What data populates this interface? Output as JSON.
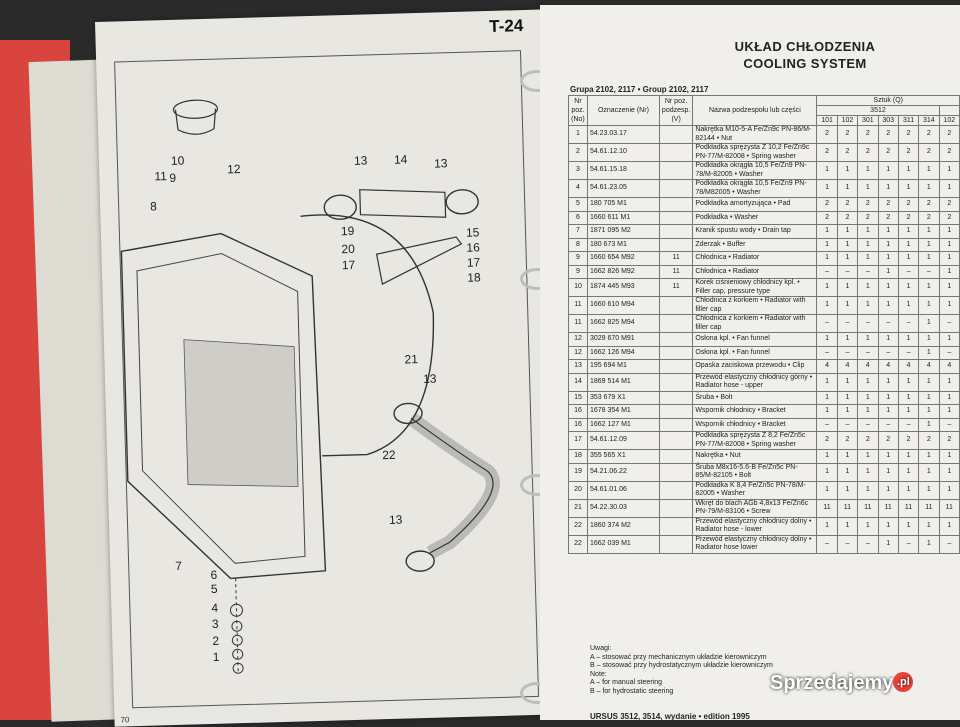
{
  "left_page": {
    "code": "T-24",
    "number": "70",
    "callouts": [
      "13",
      "14",
      "13",
      "12",
      "11",
      "9",
      "10",
      "8",
      "19",
      "15",
      "20",
      "16",
      "17",
      "17",
      "18",
      "21",
      "13",
      "22",
      "13",
      "7",
      "6",
      "5",
      "4",
      "3",
      "2",
      "1"
    ]
  },
  "right_page": {
    "title_pl": "UKŁAD CHŁODZENIA",
    "title_en": "COOLING SYSTEM",
    "group": "Grupa 2102, 2117 • Group 2102, 2117",
    "headers": {
      "no": "Nr poz. (No)",
      "code": "Oznaczenie (Nr)",
      "sub": "Nr poz. podzesp. (V)",
      "name": "Nazwa podzespołu lub części",
      "qty": "Sztuk (Q)",
      "model": "3512",
      "variants": [
        "101",
        "102",
        "301",
        "303",
        "311",
        "314",
        "102"
      ]
    },
    "rows": [
      {
        "no": "1",
        "code": "54.23.03.17",
        "sub": "",
        "name": "Nakrętka M10-5-A Fe/Zn9c PN-86/M-82144 • Nut",
        "q": [
          "2",
          "2",
          "2",
          "2",
          "2",
          "2",
          "2"
        ]
      },
      {
        "no": "2",
        "code": "54.61.12.10",
        "sub": "",
        "name": "Podkładka sprężysta Z 10,2 Fe/Zn9c PN-77/M-82008 • Spring washer",
        "q": [
          "2",
          "2",
          "2",
          "2",
          "2",
          "2",
          "2"
        ]
      },
      {
        "no": "3",
        "code": "54.61.15.18",
        "sub": "",
        "name": "Podkładka okrągła 10,5 Fe/Zn9 PN-78/M-82005 • Washer",
        "q": [
          "1",
          "1",
          "1",
          "1",
          "1",
          "1",
          "1"
        ]
      },
      {
        "no": "4",
        "code": "54.61.23.05",
        "sub": "",
        "name": "Podkładka okrągła 10,5 Fe/Zn9 PN-78/M82005 • Washer",
        "q": [
          "1",
          "1",
          "1",
          "1",
          "1",
          "1",
          "1"
        ]
      },
      {
        "no": "5",
        "code": "180 705 M1",
        "sub": "",
        "name": "Podkładka amortyzująca • Pad",
        "q": [
          "2",
          "2",
          "2",
          "2",
          "2",
          "2",
          "2"
        ]
      },
      {
        "no": "6",
        "code": "1660 611 M1",
        "sub": "",
        "name": "Podkładka • Washer",
        "q": [
          "2",
          "2",
          "2",
          "2",
          "2",
          "2",
          "2"
        ]
      },
      {
        "no": "7",
        "code": "1871 095 M2",
        "sub": "",
        "name": "Kranik spustu wody • Drain tap",
        "q": [
          "1",
          "1",
          "1",
          "1",
          "1",
          "1",
          "1"
        ]
      },
      {
        "no": "8",
        "code": "180 673 M1",
        "sub": "",
        "name": "Zderzak • Buffer",
        "q": [
          "1",
          "1",
          "1",
          "1",
          "1",
          "1",
          "1"
        ]
      },
      {
        "no": "9",
        "code": "1660 654 M92",
        "sub": "11",
        "name": "Chłodnica • Radiator",
        "q": [
          "1",
          "1",
          "1",
          "1",
          "1",
          "1",
          "1"
        ]
      },
      {
        "no": "9",
        "code": "1662 826 M92",
        "sub": "11",
        "name": "Chłodnica • Radiator",
        "q": [
          "–",
          "–",
          "–",
          "1",
          "–",
          "–",
          "1"
        ]
      },
      {
        "no": "10",
        "code": "1874 445 M93",
        "sub": "11",
        "name": "Korek ciśnieniowy chłodnicy kpl. • Filler cap, pressure type",
        "q": [
          "1",
          "1",
          "1",
          "1",
          "1",
          "1",
          "1"
        ]
      },
      {
        "no": "11",
        "code": "1660 610 M94",
        "sub": "",
        "name": "Chłodnica z korkiem • Radiator with filler cap",
        "q": [
          "1",
          "1",
          "1",
          "1",
          "1",
          "1",
          "1"
        ]
      },
      {
        "no": "11",
        "code": "1662 825 M94",
        "sub": "",
        "name": "Chłodnica z korkiem • Radiator with filler cap",
        "q": [
          "–",
          "–",
          "–",
          "–",
          "–",
          "1",
          "–"
        ]
      },
      {
        "no": "12",
        "code": "3029 670 M91",
        "sub": "",
        "name": "Osłona kpl. • Fan funnel",
        "q": [
          "1",
          "1",
          "1",
          "1",
          "1",
          "1",
          "1"
        ]
      },
      {
        "no": "12",
        "code": "1662 126 M94",
        "sub": "",
        "name": "Osłona kpl. • Fan funnel",
        "q": [
          "–",
          "–",
          "–",
          "–",
          "–",
          "1",
          "–"
        ]
      },
      {
        "no": "13",
        "code": "195 694 M1",
        "sub": "",
        "name": "Opaska zaciskowa przewodu • Clip",
        "q": [
          "4",
          "4",
          "4",
          "4",
          "4",
          "4",
          "4"
        ]
      },
      {
        "no": "14",
        "code": "1869 514 M1",
        "sub": "",
        "name": "Przewód elastyczny chłodnicy górny • Radiator hose - upper",
        "q": [
          "1",
          "1",
          "1",
          "1",
          "1",
          "1",
          "1"
        ]
      },
      {
        "no": "15",
        "code": "353 679 X1",
        "sub": "",
        "name": "Śruba • Bolt",
        "q": [
          "1",
          "1",
          "1",
          "1",
          "1",
          "1",
          "1"
        ]
      },
      {
        "no": "16",
        "code": "1678 354 M1",
        "sub": "",
        "name": "Wspornik chłodnicy • Bracket",
        "q": [
          "1",
          "1",
          "1",
          "1",
          "1",
          "1",
          "1"
        ]
      },
      {
        "no": "16",
        "code": "1662 127 M1",
        "sub": "",
        "name": "Wspornik chłodnicy • Bracket",
        "q": [
          "–",
          "–",
          "–",
          "–",
          "–",
          "1",
          "–"
        ]
      },
      {
        "no": "17",
        "code": "54.61.12.09",
        "sub": "",
        "name": "Podkładka sprężysta Z 8,2 Fe/Zn5c PN-77/M-82008 • Spring washer",
        "q": [
          "2",
          "2",
          "2",
          "2",
          "2",
          "2",
          "2"
        ]
      },
      {
        "no": "18",
        "code": "355 565 X1",
        "sub": "",
        "name": "Nakrętka • Nut",
        "q": [
          "1",
          "1",
          "1",
          "1",
          "1",
          "1",
          "1"
        ]
      },
      {
        "no": "19",
        "code": "54.21.06.22",
        "sub": "",
        "name": "Śruba M8x16-5.6-B Fe/Zn5c PN-85/M-82105 • Bolt",
        "q": [
          "1",
          "1",
          "1",
          "1",
          "1",
          "1",
          "1"
        ]
      },
      {
        "no": "20",
        "code": "54.61.01.06",
        "sub": "",
        "name": "Podkładka K 8,4 Fe/Zn5c PN-78/M-82005 • Washer",
        "q": [
          "1",
          "1",
          "1",
          "1",
          "1",
          "1",
          "1"
        ]
      },
      {
        "no": "21",
        "code": "54.22.30.03",
        "sub": "",
        "name": "Wkręt do blach AGb 4,8x13 Fe/Zn6c PN-79/M-83106 • Screw",
        "q": [
          "11",
          "11",
          "11",
          "11",
          "11",
          "11",
          "11"
        ]
      },
      {
        "no": "22",
        "code": "1860 374 M2",
        "sub": "",
        "name": "Przewód elastyczny chłodnicy dolny • Radiator hose - lower",
        "q": [
          "1",
          "1",
          "1",
          "1",
          "1",
          "1",
          "1"
        ]
      },
      {
        "no": "22",
        "code": "1662 039 M1",
        "sub": "",
        "name": "Przewód elastyczny chłodnicy dolny • Radiator hose lower",
        "q": [
          "–",
          "–",
          "–",
          "1",
          "–",
          "1",
          "–"
        ]
      }
    ],
    "notes": [
      "Uwagi:",
      "A – stosować przy mechanicznym układzie kierowniczym",
      "B – stosować przy hydrostatycznym układzie kierowniczym",
      "Note:",
      "A – for manual steering",
      "B – for hydrostatic steering"
    ],
    "footer": "URSUS 3512, 3514, wydanie • edition 1995"
  },
  "watermark": {
    "text": "Sprzedajemy",
    "badge": ".pl"
  }
}
